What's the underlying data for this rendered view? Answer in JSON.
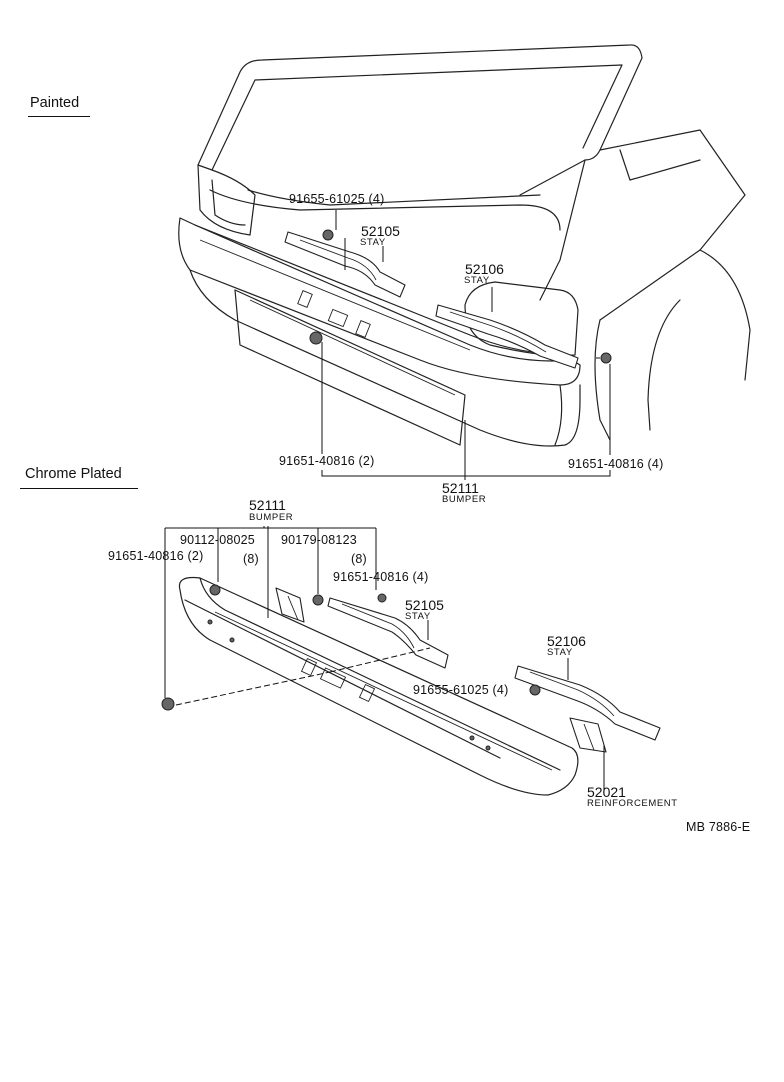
{
  "sections": {
    "painted": "Painted",
    "chrome": "Chrome Plated"
  },
  "painted": {
    "nut_61025": "91655-61025 (4)",
    "stay_right_num": "52105",
    "stay_right_name": "STAY",
    "stay_left_num": "52106",
    "stay_left_name": "STAY",
    "bolt_2": "91651-40816 (2)",
    "bolt_4": "91651-40816 (4)",
    "bumper_num": "52111",
    "bumper_name": "BUMPER"
  },
  "chrome": {
    "bumper_num": "52111",
    "bumper_name": "BUMPER",
    "screw_90112": "90112-08025",
    "screw_90112_qty": "(8)",
    "nut_90179": "90179-08123",
    "nut_90179_qty": "(8)",
    "bolt_2": "91651-40816 (2)",
    "bolt_4": "91651-40816 (4)",
    "stay_right_num": "52105",
    "stay_right_name": "STAY",
    "stay_left_num": "52106",
    "stay_left_name": "STAY",
    "nut_61025": "91655-61025 (4)",
    "reinf_num": "52021",
    "reinf_name": "REINFORCEMENT"
  },
  "figure_code": "MB  7886-E"
}
